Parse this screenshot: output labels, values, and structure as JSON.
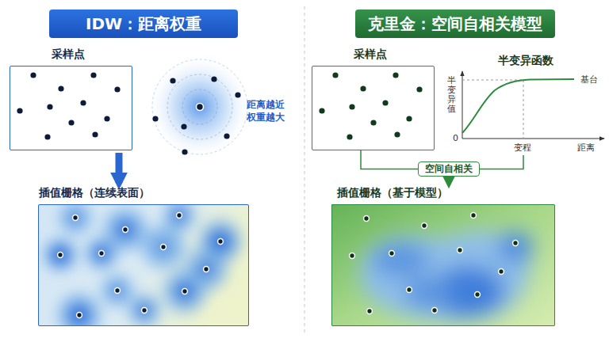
{
  "diagram": {
    "nodes": [
      {
        "text": [
          "IDW：距离权重"
        ]
      },
      {
        "text": [
          "采样点"
        ]
      },
      {
        "text": [
          "插值栅格（连续表面）"
        ]
      },
      {
        "text": [
          "克里金：空间自相关模型"
        ]
      },
      {
        "text": [
          "采样点"
        ]
      },
      {
        "text": [
          "半变异函数"
        ]
      },
      {
        "text": [
          "空间自相关"
        ]
      },
      {
        "text": [
          "插值栅格（基于模型）"
        ]
      }
    ],
    "edges": [
      {
        "from": 1,
        "to": 2,
        "arrow": "to"
      },
      {
        "from": 4,
        "to": 6,
        "arrow": "none"
      },
      {
        "from": 5,
        "to": 6,
        "arrow": "none"
      },
      {
        "from": 6,
        "to": 7,
        "arrow": "to"
      }
    ],
    "labels": [
      "距离越近 权重越大",
      "半变异值",
      "0",
      "变程",
      "距离",
      "基台"
    ]
  }
}
